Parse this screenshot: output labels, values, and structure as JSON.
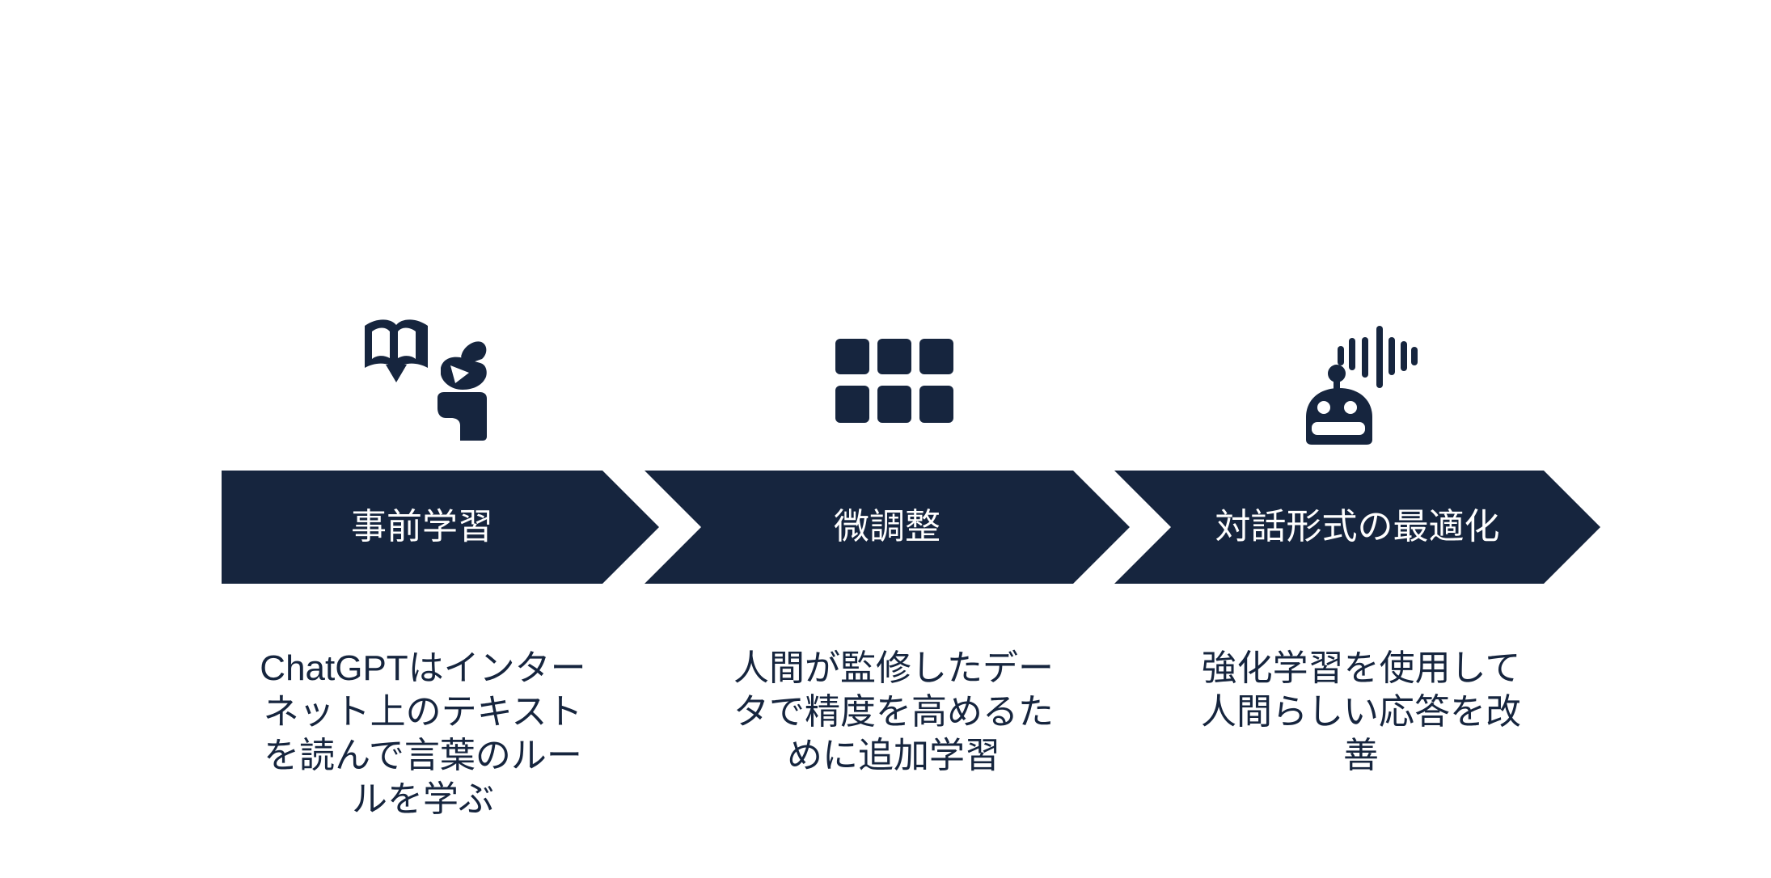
{
  "colors": {
    "navy": "#16253E",
    "background": "#FFFFFF",
    "text_on_navy": "#FFFFFF"
  },
  "diagram": {
    "type": "process-flow",
    "steps": [
      {
        "icon": "book-reader-icon",
        "label": "事前学習",
        "description": "ChatGPTはインター\nネット上のテキスト\nを読んで言葉のルー\nルを学ぶ"
      },
      {
        "icon": "grid-icon",
        "label": "微調整",
        "description": "人間が監修したデー\nタで精度を高めるた\nめに追加学習"
      },
      {
        "icon": "robot-voice-icon",
        "label": "対話形式の最適化",
        "description": "強化学習を使用して\n人間らしい応答を改\n善"
      }
    ]
  }
}
